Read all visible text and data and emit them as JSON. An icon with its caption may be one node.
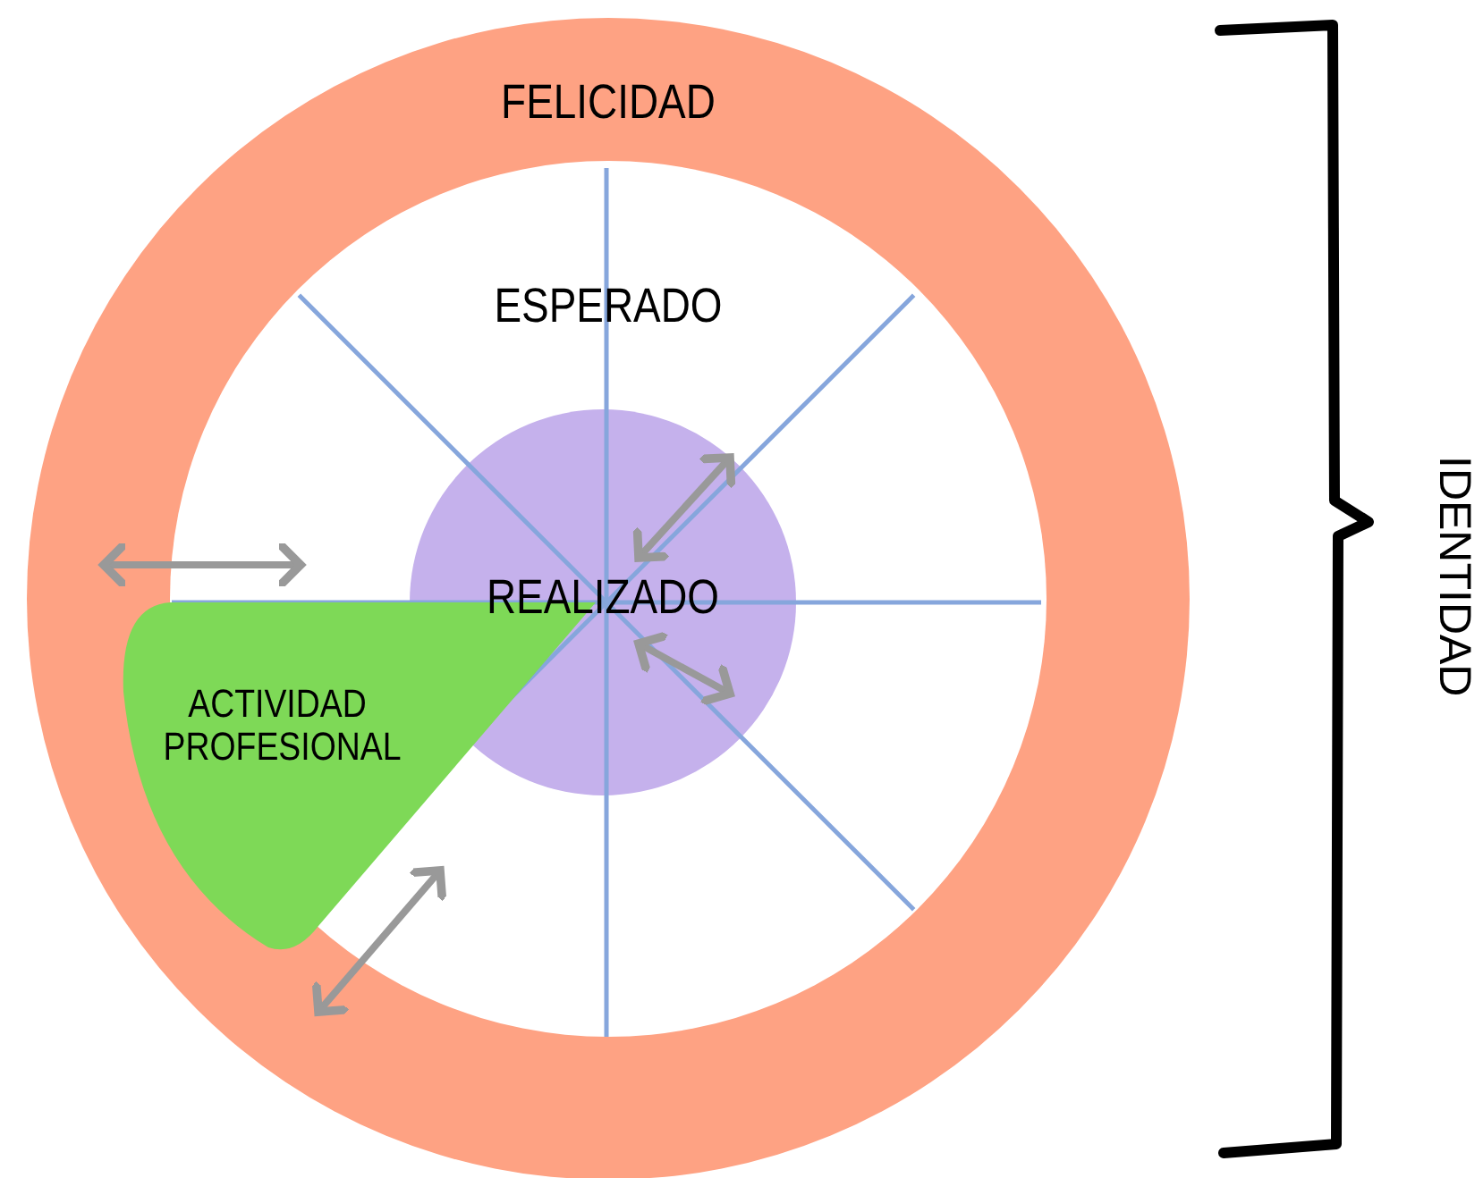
{
  "diagram": {
    "nodes": [
      {
        "text": [
          "FELICIDAD"
        ]
      },
      {
        "text": [
          "ESPERADO"
        ],
        "in": 0
      },
      {
        "text": [
          "REALIZADO"
        ],
        "in": 1
      },
      {
        "text": [
          "ACTIVIDAD PROFESIONAL"
        ],
        "in": 0
      }
    ],
    "labels": [
      "IDENTIDAD"
    ]
  }
}
